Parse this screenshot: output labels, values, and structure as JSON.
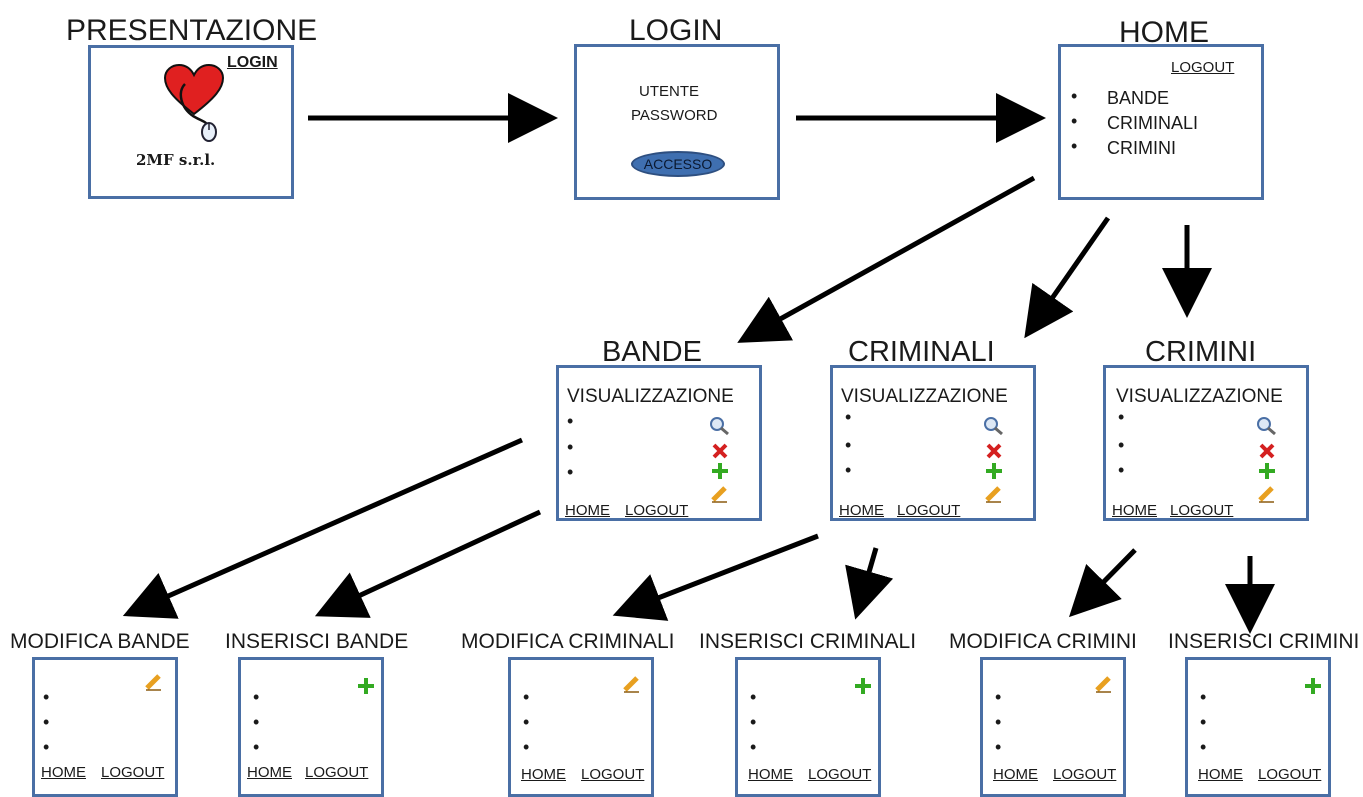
{
  "presentation": {
    "title": "PRESENTAZIONE",
    "login_link": "LOGIN",
    "company": "2MF s.r.l."
  },
  "login": {
    "title": "LOGIN",
    "user_label": "UTENTE",
    "password_label": "PASSWORD",
    "access_button": "ACCESSO"
  },
  "home": {
    "title": "HOME",
    "logout_link": "LOGOUT",
    "menu": [
      "BANDE",
      "CRIMINALI",
      "CRIMINI"
    ]
  },
  "sections": [
    {
      "title": "BANDE",
      "heading": "VISUALIZZAZIONE",
      "home_link": "HOME",
      "logout_link": "LOGOUT"
    },
    {
      "title": "CRIMINALI",
      "heading": "VISUALIZZAZIONE",
      "home_link": "HOME",
      "logout_link": "LOGOUT"
    },
    {
      "title": "CRIMINI",
      "heading": "VISUALIZZAZIONE",
      "home_link": "HOME",
      "logout_link": "LOGOUT"
    }
  ],
  "sub_pages": [
    {
      "title": "MODIFICA BANDE",
      "icon": "pencil-icon",
      "home_link": "HOME",
      "logout_link": "LOGOUT"
    },
    {
      "title": "INSERISCI BANDE",
      "icon": "plus-icon",
      "home_link": "HOME",
      "logout_link": "LOGOUT"
    },
    {
      "title": "MODIFICA CRIMINALI",
      "icon": "pencil-icon",
      "home_link": "HOME",
      "logout_link": "LOGOUT"
    },
    {
      "title": "INSERISCI CRIMINALI",
      "icon": "plus-icon",
      "home_link": "HOME",
      "logout_link": "LOGOUT"
    },
    {
      "title": "MODIFICA CRIMINI",
      "icon": "pencil-icon",
      "home_link": "HOME",
      "logout_link": "LOGOUT"
    },
    {
      "title": "INSERISCI CRIMINI",
      "icon": "plus-icon",
      "home_link": "HOME",
      "logout_link": "LOGOUT"
    }
  ],
  "colors": {
    "box_border": "#4a6fa5",
    "arrow": "#000000",
    "heart": "#e02020",
    "plus": "#33aa22",
    "delete": "#d42020",
    "pencil": "#e8a020",
    "button": "#3f6fb0"
  }
}
